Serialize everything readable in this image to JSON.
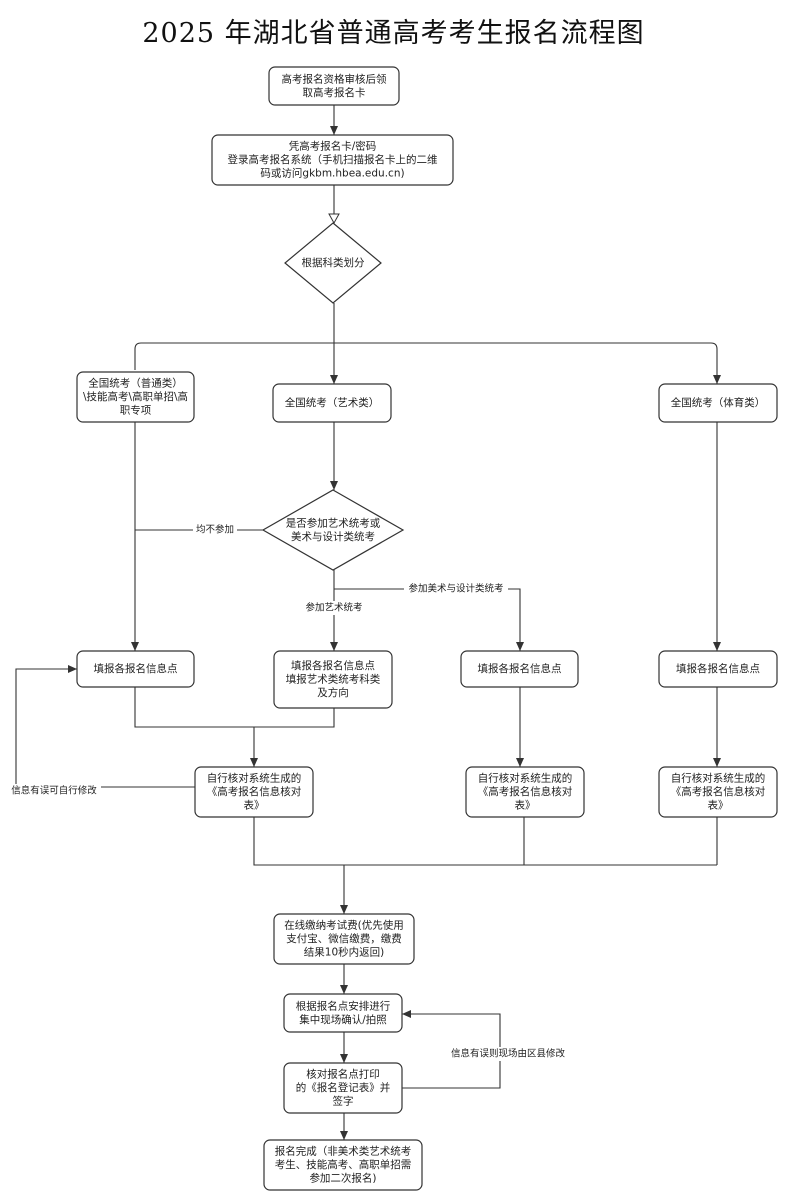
{
  "title": "2025 年湖北省普通高考考生报名流程图",
  "nodes": {
    "start": {
      "kind": "rect",
      "lines": [
        "高考报名资格审核后领",
        "取高考报名卡"
      ]
    },
    "login": {
      "kind": "rect",
      "lines": [
        "凭高考报名卡/密码",
        "登录高考报名系统（手机扫描报名卡上的二维",
        "码或访问gkbm.hbea.edu.cn)"
      ]
    },
    "classify": {
      "kind": "diamond",
      "lines": [
        "根据科类划分"
      ]
    },
    "general": {
      "kind": "rect",
      "lines": [
        "全国统考（普通类）",
        "\\技能高考\\高职单招\\高",
        "职专项"
      ]
    },
    "art": {
      "kind": "rect",
      "lines": [
        "全国统考（艺术类）"
      ]
    },
    "sports": {
      "kind": "rect",
      "lines": [
        "全国统考（体育类）"
      ]
    },
    "art_decision": {
      "kind": "diamond",
      "lines": [
        "是否参加艺术统考或",
        "美术与设计类统考"
      ]
    },
    "fill_general": {
      "kind": "rect",
      "lines": [
        "填报各报名信息点"
      ]
    },
    "fill_art": {
      "kind": "rect",
      "lines": [
        "填报各报名信息点",
        "填报艺术类统考科类",
        "及方向"
      ]
    },
    "fill_design": {
      "kind": "rect",
      "lines": [
        "填报各报名信息点"
      ]
    },
    "fill_sports": {
      "kind": "rect",
      "lines": [
        "填报各报名信息点"
      ]
    },
    "check_1": {
      "kind": "rect",
      "lines": [
        "自行核对系统生成的",
        "《高考报名信息核对",
        "表》"
      ]
    },
    "check_2": {
      "kind": "rect",
      "lines": [
        "自行核对系统生成的",
        "《高考报名信息核对",
        "表》"
      ]
    },
    "check_3": {
      "kind": "rect",
      "lines": [
        "自行核对系统生成的",
        "《高考报名信息核对",
        "表》"
      ]
    },
    "pay": {
      "kind": "rect",
      "lines": [
        "在线缴纳考试费(优先使用",
        "支付宝、微信缴费，缴费",
        "结果10秒内返回)"
      ]
    },
    "confirm": {
      "kind": "rect",
      "lines": [
        "根据报名点安排进行",
        "集中现场确认/拍照"
      ]
    },
    "sign": {
      "kind": "rect",
      "lines": [
        "核对报名点打印",
        "的《报名登记表》并",
        "签字"
      ]
    },
    "done": {
      "kind": "rect",
      "lines": [
        "报名完成（非美术类艺术统考",
        "考生、技能高考、高职单招需",
        "参加二次报名)"
      ]
    }
  },
  "edge_labels": {
    "none": "均不参加",
    "art_exam": "参加艺术统考",
    "design_exam": "参加美术与设计类统考",
    "self_edit": "信息有误可自行修改",
    "county_edit": "信息有误则现场由区县修改"
  }
}
